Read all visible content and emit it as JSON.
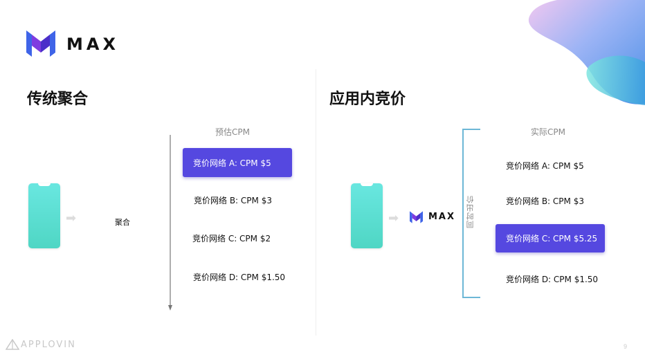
{
  "brand": {
    "name": "MAX",
    "footer": "APPLOVIN"
  },
  "left": {
    "title": "传统聚合",
    "header": "预估CPM",
    "middle_label": "聚合",
    "items": [
      "竞价网络 A: CPM $5",
      "竞价网络 B: CPM $3",
      "竞价网络 C: CPM $2",
      "竞价网络 D: CPM $1.50"
    ]
  },
  "right": {
    "title": "应用内竞价",
    "header": "实际CPM",
    "max_label": "MAX",
    "bracket_label": "同时出价",
    "items": [
      "竞价网络 A: CPM $5",
      "竞价网络 B: CPM $3",
      "竞价网络 C: CPM $5.25",
      "竞价网络 D: CPM $1.50"
    ]
  },
  "page_number": "9",
  "colors": {
    "accent": "#5548e0",
    "phone": "#5fe0d4",
    "bracket": "#6cb7d6"
  }
}
